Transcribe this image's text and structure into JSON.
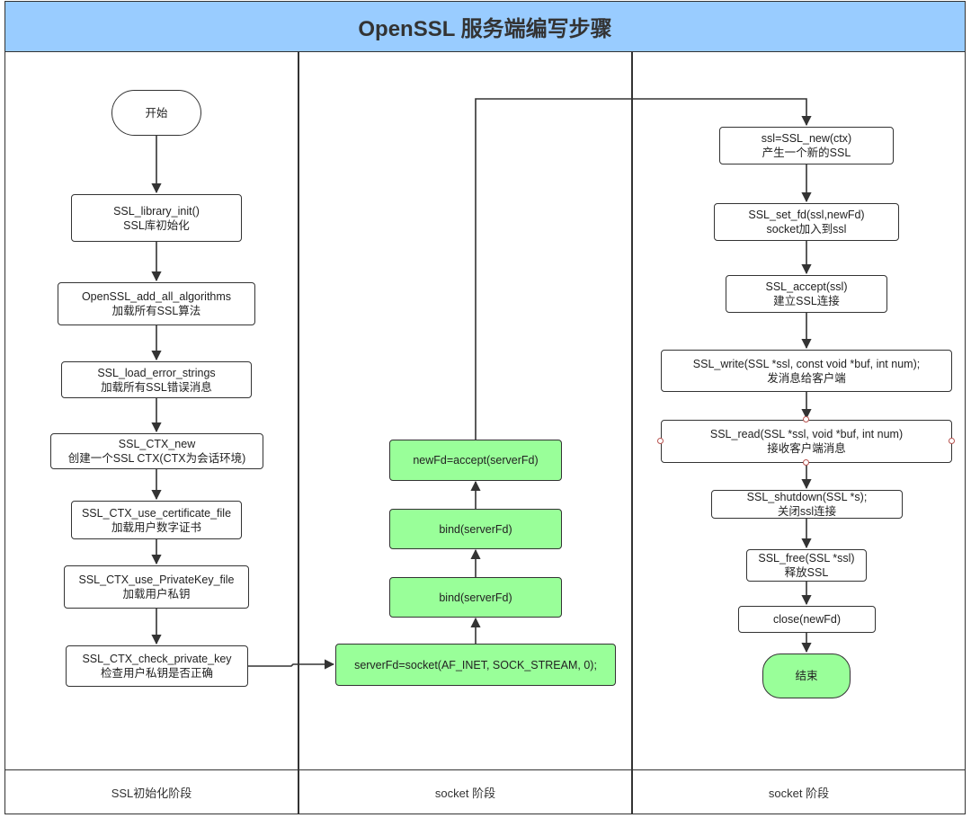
{
  "title": "OpenSSL 服务端编写步骤",
  "lanes": [
    {
      "label": "SSL初始化阶段"
    },
    {
      "label": "socket 阶段"
    },
    {
      "label": "socket 阶段"
    }
  ],
  "colors": {
    "header": "#99ccff",
    "green_node": "#99ff99",
    "stroke": "#333333",
    "port": "#b85450"
  },
  "nodes": {
    "start": {
      "l1": "开始"
    },
    "library_init": {
      "l1": "SSL_library_init()",
      "l2": "SSL库初始化"
    },
    "add_all_algorithms": {
      "l1": "OpenSSL_add_all_algorithms",
      "l2": "加载所有SSL算法"
    },
    "load_error_strings": {
      "l1": "SSL_load_error_strings",
      "l2": "加载所有SSL错误消息"
    },
    "ctx_new": {
      "l1": "SSL_CTX_new",
      "l2": "创建一个SSL CTX(CTX为会话环境)"
    },
    "use_certificate_file": {
      "l1": "SSL_CTX_use_certificate_file",
      "l2": "加载用户数字证书"
    },
    "use_privatekey_file": {
      "l1": "SSL_CTX_use_PrivateKey_file",
      "l2": "加载用户私钥"
    },
    "check_private_key": {
      "l1": "SSL_CTX_check_private_key",
      "l2": "检查用户私钥是否正确"
    },
    "socket": {
      "l1": "serverFd=socket(AF_INET, SOCK_STREAM, 0);"
    },
    "bind1": {
      "l1": "bind(serverFd)"
    },
    "bind2": {
      "l1": "bind(serverFd)"
    },
    "accept": {
      "l1": "newFd=accept(serverFd)"
    },
    "ssl_new": {
      "l1": "ssl=SSL_new(ctx)",
      "l2": "产生一个新的SSL"
    },
    "set_fd": {
      "l1": "SSL_set_fd(ssl,newFd)",
      "l2": "socket加入到ssl"
    },
    "ssl_accept": {
      "l1": "SSL_accept(ssl)",
      "l2": "建立SSL连接"
    },
    "ssl_write": {
      "l1": "SSL_write(SSL *ssl, const void *buf, int num);",
      "l2": "发消息给客户端"
    },
    "ssl_read": {
      "l1": "SSL_read(SSL *ssl, void *buf, int num)",
      "l2": "接收客户端消息"
    },
    "ssl_shutdown": {
      "l1": "SSL_shutdown(SSL *s);",
      "l2": "关闭ssl连接"
    },
    "ssl_free": {
      "l1": "SSL_free(SSL *ssl)",
      "l2": "释放SSL"
    },
    "close": {
      "l1": "close(newFd)"
    },
    "end": {
      "l1": "结束"
    }
  }
}
